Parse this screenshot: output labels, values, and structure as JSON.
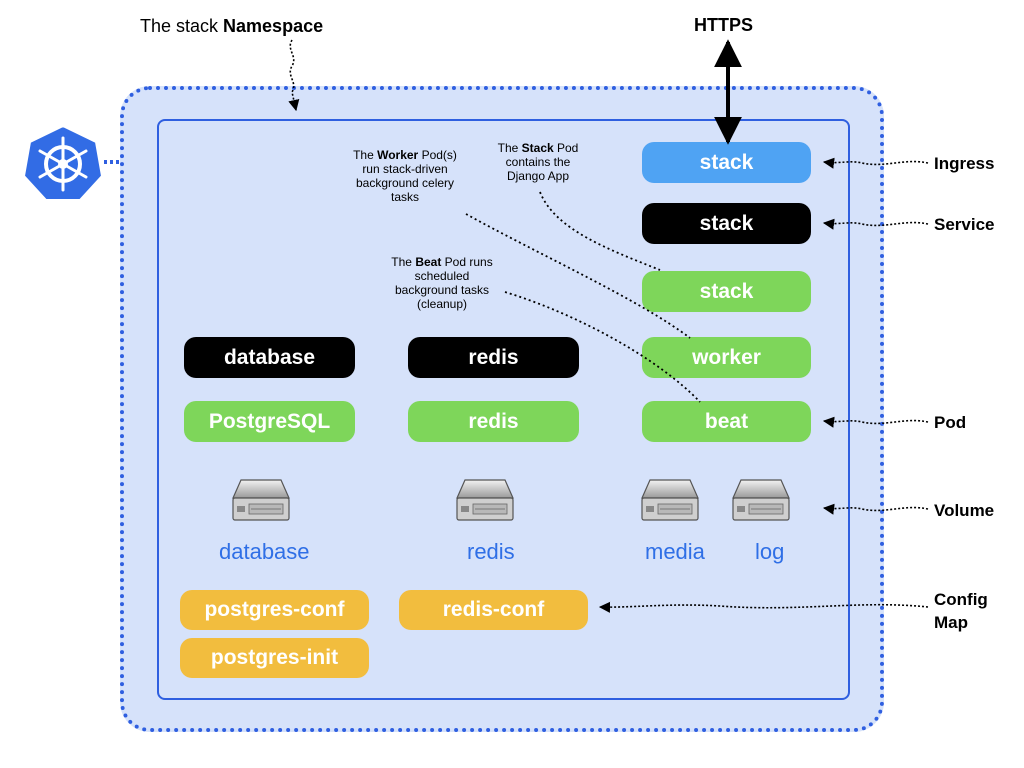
{
  "namespace": {
    "prefix": "The stack ",
    "bold": "Namespace"
  },
  "https_label": "HTTPS",
  "k8s_icon": "kubernetes-wheel-icon",
  "colors": {
    "namespace_fill": "#d6e2fa",
    "namespace_border": "#2f5fe0",
    "pod": "#7ed65a",
    "service": "#000000",
    "ingress": "#4fa3f3",
    "configmap": "#f2bd3e",
    "volume_label": "#2f6fe6",
    "k8s_logo": "#326ce5"
  },
  "side_labels": {
    "ingress": "Ingress",
    "service": "Service",
    "pod": "Pod",
    "volume": "Volume",
    "configmap_1": "Config",
    "configmap_2": "Map"
  },
  "stack_column": {
    "ingress": "stack",
    "service": "stack",
    "pod_stack": "stack",
    "pod_worker": "worker",
    "pod_beat": "beat"
  },
  "database_column": {
    "service": "database",
    "pod": "PostgreSQL",
    "volume": "database",
    "config_1": "postgres-conf",
    "config_2": "postgres-init"
  },
  "redis_column": {
    "service": "redis",
    "pod": "redis",
    "volume": "redis",
    "config": "redis-conf"
  },
  "stack_volumes": {
    "media": "media",
    "log": "log"
  },
  "notes": {
    "worker": {
      "pre": "The ",
      "bold": "Worker",
      "post": " Pod(s) run stack-driven background celery tasks"
    },
    "stack": {
      "pre": "The ",
      "bold": "Stack",
      "post": " Pod contains the Django App"
    },
    "beat": {
      "pre": "The ",
      "bold": "Beat",
      "post": " Pod runs scheduled background tasks (cleanup)"
    }
  }
}
